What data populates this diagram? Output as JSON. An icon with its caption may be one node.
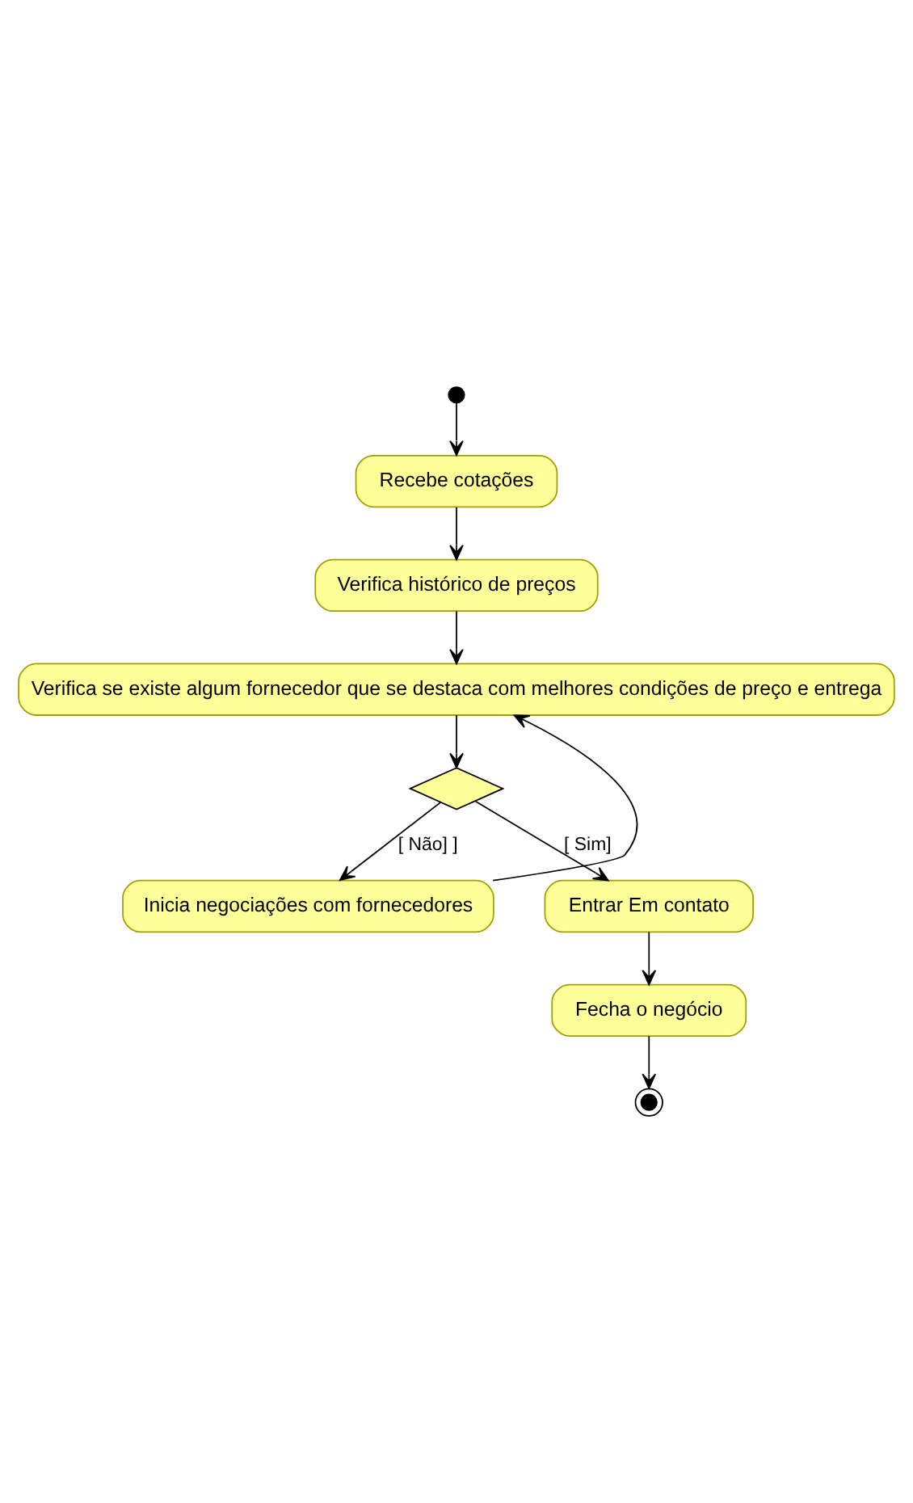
{
  "diagram": {
    "nodes": [
      {
        "text": [],
        "shape": "circle"
      },
      {
        "text": [
          "Recebe cotações"
        ]
      },
      {
        "text": [
          "Verifica histórico de preços"
        ]
      },
      {
        "text": [
          "Verifica se existe algum fornecedor que se destaca com melhores condições de preço e entrega"
        ]
      },
      {
        "text": [],
        "shape": "diamond"
      },
      {
        "text": [
          "Inicia negociações com fornecedores"
        ]
      },
      {
        "text": [
          "Entrar Em contato"
        ]
      },
      {
        "text": [
          "Fecha o negócio"
        ]
      },
      {
        "text": [],
        "shape": "bullseye"
      }
    ],
    "edges": [
      {
        "from": 0,
        "to": 1,
        "arrow": "to"
      },
      {
        "from": 1,
        "to": 2,
        "arrow": "to"
      },
      {
        "from": 2,
        "to": 3,
        "arrow": "to"
      },
      {
        "from": 3,
        "to": 4,
        "arrow": "to"
      },
      {
        "from": 4,
        "to": 5,
        "arrow": "to",
        "label": "[ Não] ]"
      },
      {
        "from": 4,
        "to": 6,
        "arrow": "to",
        "label": "[ Sim]"
      },
      {
        "from": 5,
        "to": 3,
        "arrow": "to"
      },
      {
        "from": 6,
        "to": 7,
        "arrow": "to"
      },
      {
        "from": 7,
        "to": 8,
        "arrow": "to"
      }
    ]
  }
}
